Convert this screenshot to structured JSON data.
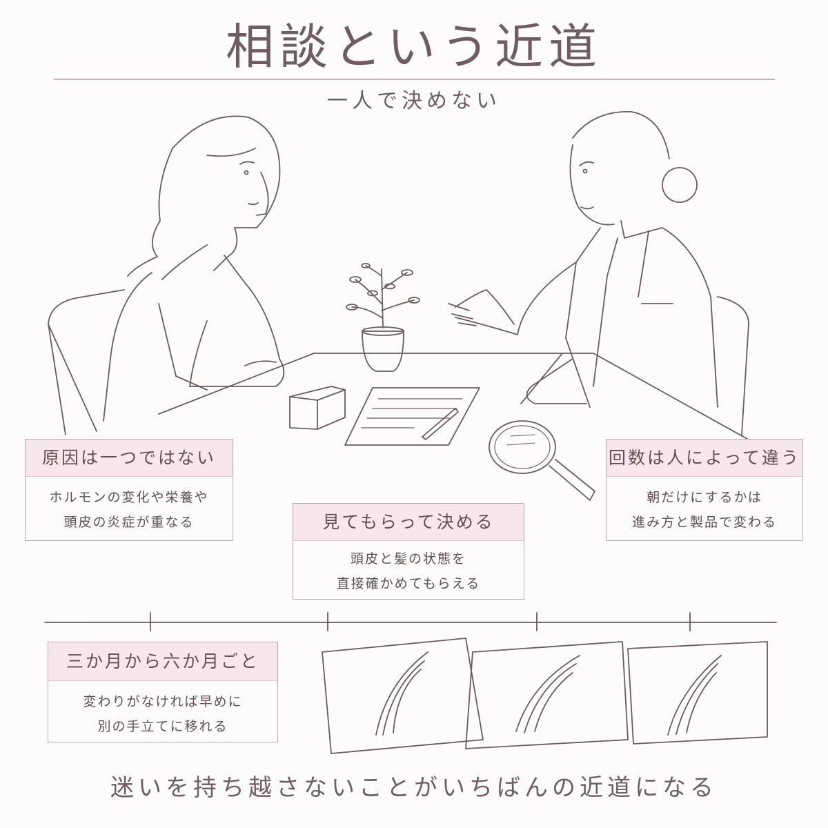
{
  "title": "相談という近道",
  "subtitle": "一人で決めない",
  "cards": {
    "cause": {
      "heading": "原因は一つではない",
      "lines": [
        "ホルモンの変化や栄養や",
        "頭皮の炎症が重なる"
      ]
    },
    "frequency": {
      "heading": "回数は人によって違う",
      "lines": [
        "朝だけにするかは",
        "進み方と製品で変わる"
      ]
    },
    "examine": {
      "heading": "見てもらって決める",
      "lines": [
        "頭皮と髪の状態を",
        "直接確かめてもらえる"
      ]
    },
    "interval": {
      "heading": "三か月から六か月ごと",
      "lines": [
        "変わりがなければ早めに",
        "別の手立てに移れる"
      ]
    }
  },
  "footer": "迷いを持ち越さないことがいちばんの近道になる",
  "colors": {
    "accent": "#d7a6b6",
    "card_header": "#f7e7ec",
    "line": "#6b5a5e",
    "text": "#5e4f52"
  }
}
